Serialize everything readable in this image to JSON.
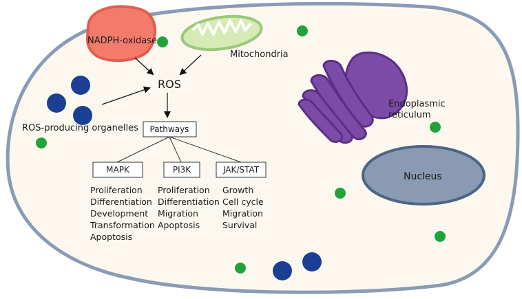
{
  "labels": {
    "nadph": "NADPH-oxidase",
    "mitochondria": "Mitochondria",
    "ros": "ROS",
    "ros_organelles": "ROS-producing organelles",
    "er_line1": "Endoplasmic",
    "er_line2": "reticulum",
    "nucleus": "Nucleus",
    "pathways": "Pathways"
  },
  "branches": [
    {
      "name": "MAPK",
      "effects": [
        "Proliferation",
        "Differentiation",
        "Development",
        "Transformation",
        "Apoptosis"
      ]
    },
    {
      "name": "PI3K",
      "effects": [
        "Proliferation",
        "Differentiation",
        "Migration",
        "Apoptosis"
      ]
    },
    {
      "name": "JAK/STAT",
      "effects": [
        "Growth",
        "Cell cycle",
        "Migration",
        "Survival"
      ]
    }
  ],
  "colors": {
    "cell_fill": "#fdf8ef",
    "cell_border": "#8a9bb5",
    "nadph_fill": "#f47b6b",
    "nadph_stroke": "#e35d4c",
    "mito_fill": "#d6eab5",
    "mito_stroke": "#9bc87a",
    "er_fill": "#7c4ba5",
    "er_dark": "#5a2f85",
    "nucleus_fill": "#8a9ab3",
    "nucleus_stroke": "#4b6587",
    "blue_organelle": "#1b3f95",
    "green_dot": "#22a33a"
  }
}
